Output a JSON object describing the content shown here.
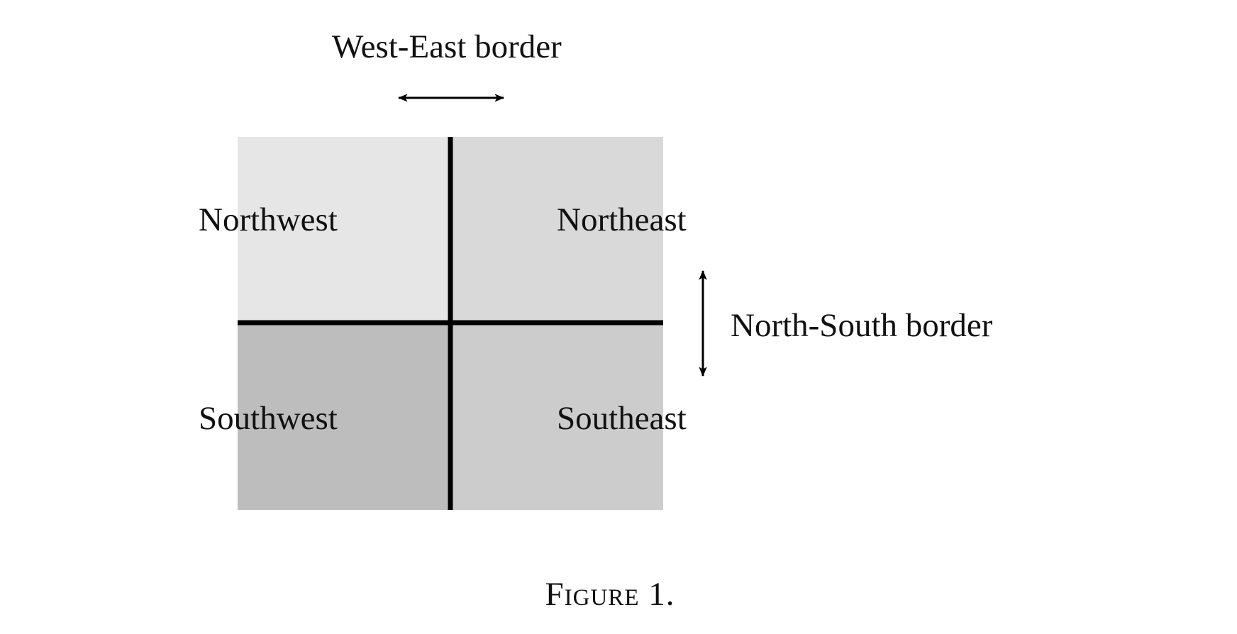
{
  "regions": {
    "northwest": {
      "label": "Northwest",
      "color": "#e6e6e6"
    },
    "northeast": {
      "label": "Northeast",
      "color": "#d9d9d9"
    },
    "southwest": {
      "label": "Southwest",
      "color": "#bdbdbd"
    },
    "southeast": {
      "label": "Southeast",
      "color": "#cccccc"
    }
  },
  "borders": {
    "west_east": {
      "label": "West-East border"
    },
    "north_south": {
      "label": "North-South border"
    },
    "line_color": "#000000"
  },
  "caption": {
    "text": "Figure 1."
  }
}
